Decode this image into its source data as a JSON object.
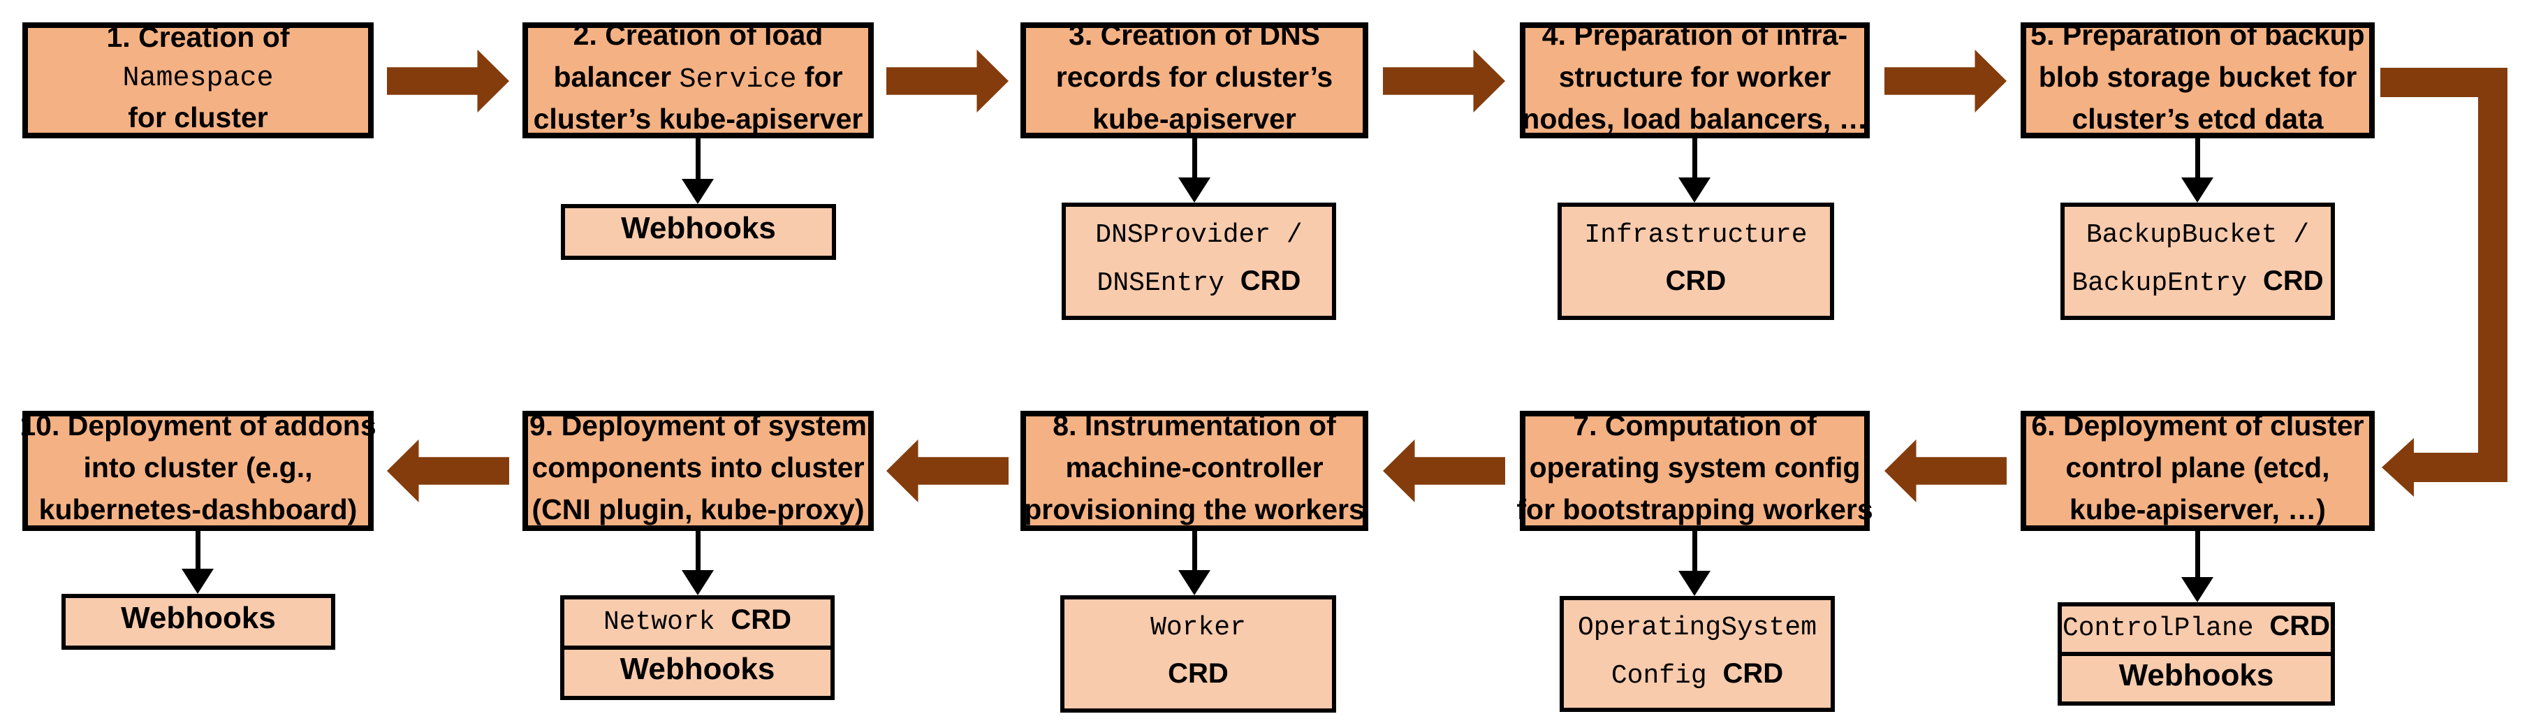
{
  "palette": {
    "step_fill": "#F4B183",
    "sub_fill": "#F8CBAD",
    "arrow": "#843C0C",
    "border": "#000000",
    "background": "#FFFFFF",
    "text": "#000000"
  },
  "diagram_type": "flowchart",
  "boxes": {
    "step1": {
      "lines": [
        [
          {
            "s": "1. Creation of"
          }
        ],
        [
          {
            "m": "Namespace"
          }
        ],
        [
          {
            "s": "for cluster"
          }
        ]
      ]
    },
    "step2": {
      "lines": [
        [
          {
            "s": "2. Creation of load"
          }
        ],
        [
          {
            "s": "balancer "
          },
          {
            "m": "Service"
          },
          {
            "s": " for"
          }
        ],
        [
          {
            "s": "cluster’s kube-apiserver"
          }
        ]
      ]
    },
    "step3": {
      "lines": [
        [
          {
            "s": "3. Creation of DNS"
          }
        ],
        [
          {
            "s": "records for cluster’s"
          }
        ],
        [
          {
            "s": "kube-apiserver"
          }
        ]
      ]
    },
    "step4": {
      "lines": [
        [
          {
            "s": "4. Preparation of infra-"
          }
        ],
        [
          {
            "s": "structure for worker"
          }
        ],
        [
          {
            "s": "nodes, load balancers, …"
          }
        ]
      ]
    },
    "step5": {
      "lines": [
        [
          {
            "s": "5. Preparation of backup"
          }
        ],
        [
          {
            "s": "blob storage bucket for"
          }
        ],
        [
          {
            "s": "cluster’s etcd data"
          }
        ]
      ]
    },
    "step6": {
      "lines": [
        [
          {
            "s": "6. Deployment of cluster"
          }
        ],
        [
          {
            "s": "control plane (etcd,"
          }
        ],
        [
          {
            "s": "kube-apiserver, …)"
          }
        ]
      ]
    },
    "step7": {
      "lines": [
        [
          {
            "s": "7. Computation of"
          }
        ],
        [
          {
            "s": "operating system config"
          }
        ],
        [
          {
            "s": "for bootstrapping workers"
          }
        ]
      ]
    },
    "step8": {
      "lines": [
        [
          {
            "s": "8. Instrumentation of"
          }
        ],
        [
          {
            "s": "machine-controller"
          }
        ],
        [
          {
            "s": "provisioning the workers"
          }
        ]
      ]
    },
    "step9": {
      "lines": [
        [
          {
            "s": "9. Deployment of system"
          }
        ],
        [
          {
            "s": "components into cluster"
          }
        ],
        [
          {
            "s": "(CNI plugin, kube-proxy)"
          }
        ]
      ]
    },
    "step10": {
      "lines": [
        [
          {
            "s": "10. Deployment of addons"
          }
        ],
        [
          {
            "s": "into cluster (e.g.,"
          }
        ],
        [
          {
            "s": "kubernetes-dashboard)"
          }
        ]
      ]
    },
    "sub2_webhooks": {
      "lines": [
        [
          {
            "s": "Webhooks"
          }
        ]
      ]
    },
    "sub3_dns": {
      "lines": [
        [
          {
            "m": "DNSProvider /"
          }
        ],
        [
          {
            "m": "DNSEntry "
          },
          {
            "s": "CRD"
          }
        ]
      ]
    },
    "sub4_infra": {
      "lines": [
        [
          {
            "m": "Infrastructure"
          }
        ],
        [
          {
            "s": "CRD"
          }
        ]
      ]
    },
    "sub5_backup": {
      "lines": [
        [
          {
            "m": "BackupBucket /"
          }
        ],
        [
          {
            "m": "BackupEntry "
          },
          {
            "s": "CRD"
          }
        ]
      ]
    },
    "sub6_controlplane": {
      "lines": [
        [
          {
            "m": "ControlPlane "
          },
          {
            "s": "CRD"
          }
        ]
      ]
    },
    "sub6_webhooks": {
      "lines": [
        [
          {
            "s": "Webhooks"
          }
        ]
      ]
    },
    "sub7_osconfig": {
      "lines": [
        [
          {
            "m": "OperatingSystem"
          }
        ],
        [
          {
            "m": "Config "
          },
          {
            "s": "CRD"
          }
        ]
      ]
    },
    "sub8_worker": {
      "lines": [
        [
          {
            "m": "Worker"
          }
        ],
        [
          {
            "s": "CRD"
          }
        ]
      ]
    },
    "sub9_network": {
      "lines": [
        [
          {
            "m": "Network "
          },
          {
            "s": "CRD"
          }
        ]
      ]
    },
    "sub9_webhooks": {
      "lines": [
        [
          {
            "s": "Webhooks"
          }
        ]
      ]
    },
    "sub10_webhooks": {
      "lines": [
        [
          {
            "s": "Webhooks"
          }
        ]
      ]
    }
  }
}
